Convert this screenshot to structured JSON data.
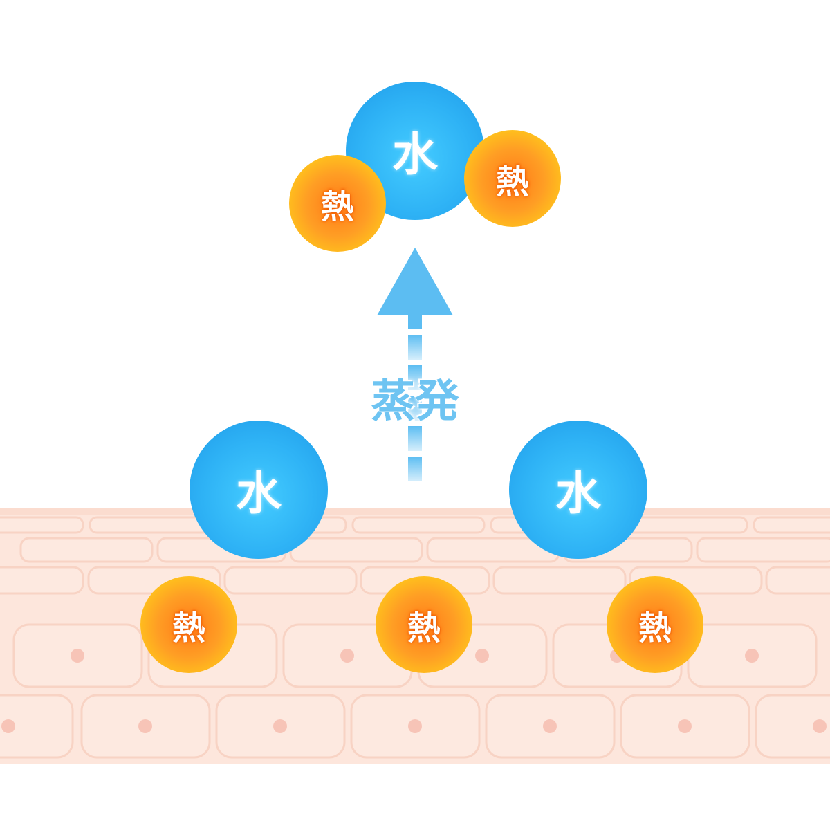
{
  "labels": {
    "water": "水",
    "heat": "熱",
    "evaporation": "蒸発"
  },
  "colors": {
    "water": "#2eb2f5",
    "heat": "#ff9e24",
    "skin": "#fde3d8",
    "skin_cell_border": "#f8d1c2",
    "nucleus": "#f7bfb3",
    "arrow": "#5cbdf2"
  }
}
